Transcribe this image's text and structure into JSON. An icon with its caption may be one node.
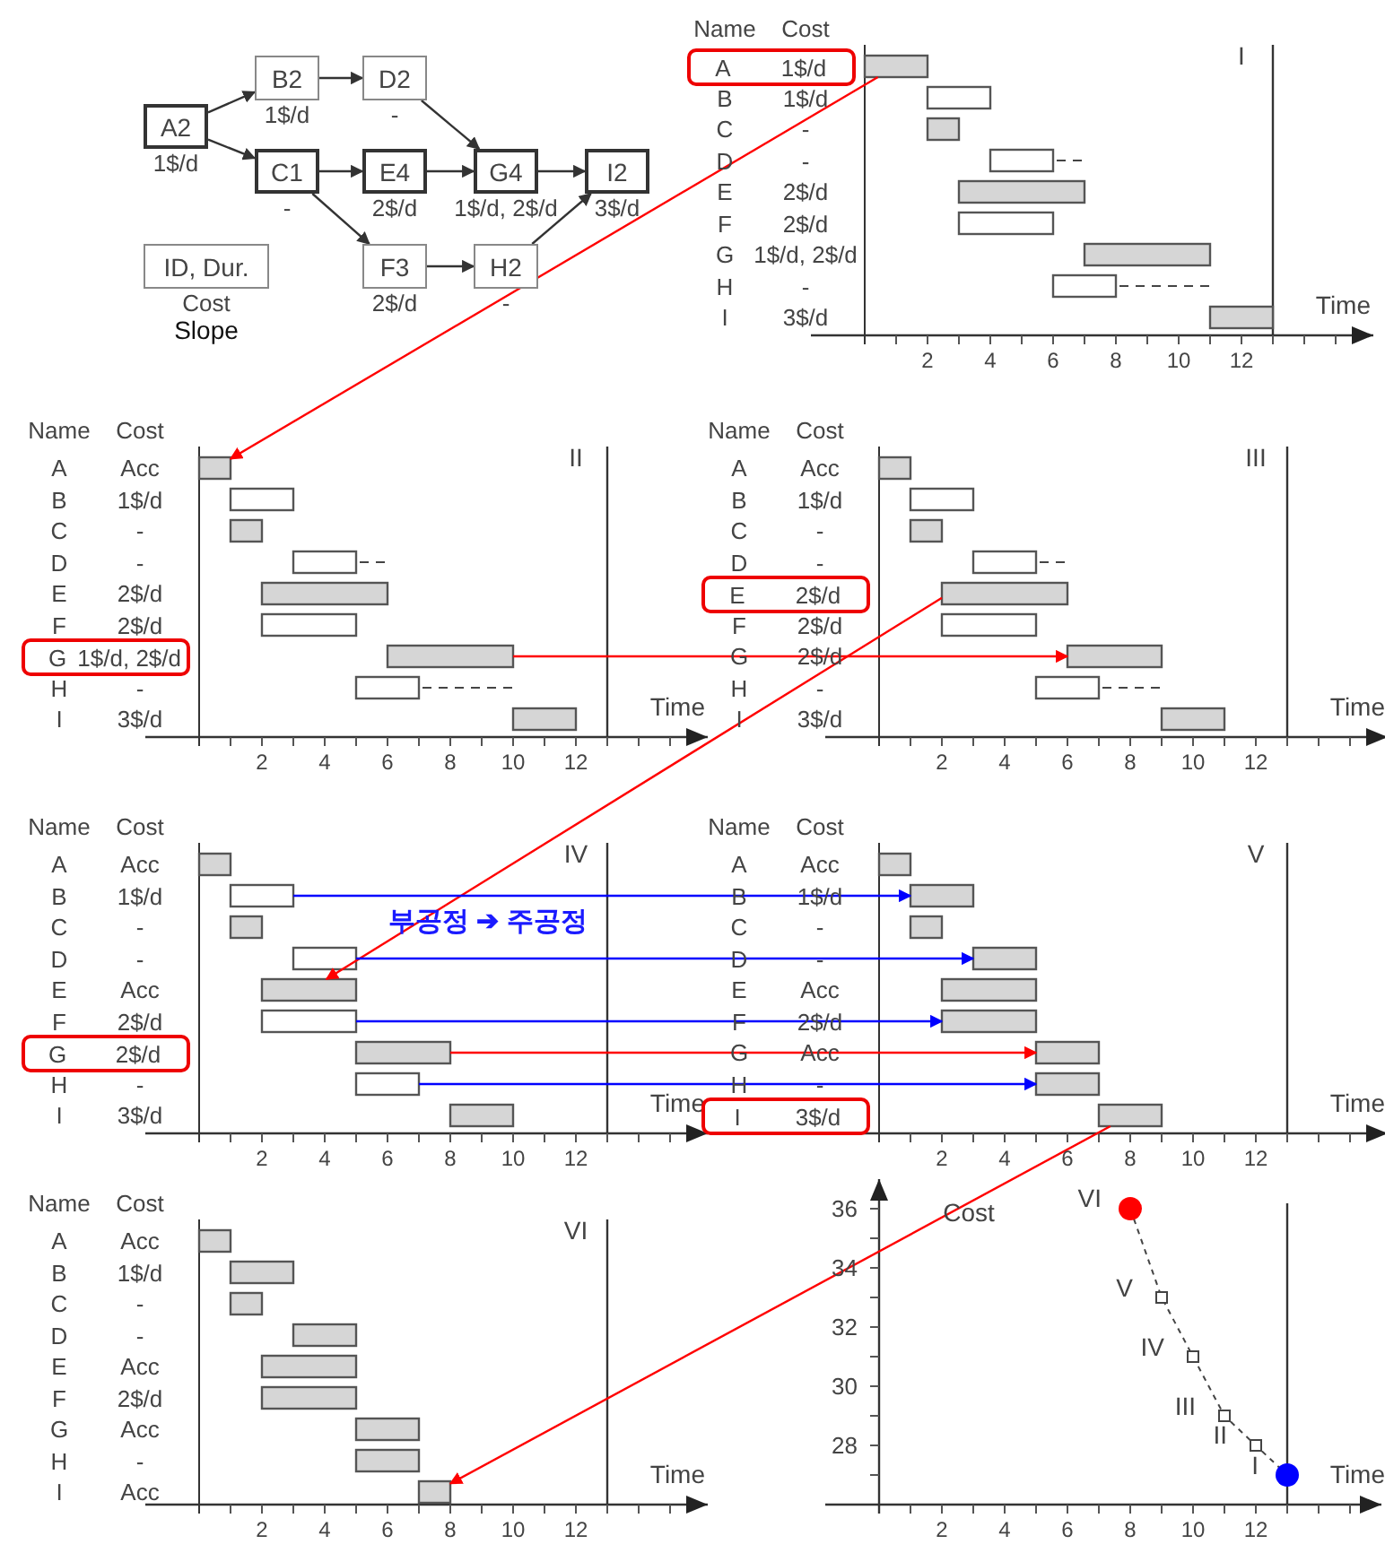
{
  "diagram": {
    "nodes": [
      {
        "text": [
          "A2"
        ],
        "beside": [
          "1$/d"
        ]
      },
      {
        "text": [
          "B2"
        ],
        "beside": [
          "1$/d"
        ]
      },
      {
        "text": [
          "D2"
        ],
        "beside": [
          "-"
        ]
      },
      {
        "text": [
          "C1"
        ],
        "beside": [
          "-"
        ]
      },
      {
        "text": [
          "E4"
        ],
        "beside": [
          "2$/d"
        ]
      },
      {
        "text": [
          "G4"
        ],
        "beside": [
          "1$/d, 2$/d"
        ]
      },
      {
        "text": [
          "I2"
        ],
        "beside": [
          "3$/d"
        ]
      },
      {
        "text": [
          "ID, Dur."
        ],
        "beside": [
          "Cost",
          "Slope"
        ]
      },
      {
        "text": [
          "F3"
        ],
        "beside": [
          "2$/d"
        ]
      },
      {
        "text": [
          "H2"
        ],
        "beside": [
          "-"
        ]
      },
      {
        "text": [
          "A",
          "1$/d"
        ]
      },
      {
        "text": [],
        "shape": "bar"
      },
      {
        "text": [],
        "shape": "bar"
      },
      {
        "text": [],
        "shape": "bar"
      },
      {
        "text": [],
        "shape": "bar"
      },
      {
        "text": [],
        "shape": "bar"
      },
      {
        "text": [],
        "shape": "bar"
      },
      {
        "text": [],
        "shape": "bar"
      },
      {
        "text": [],
        "shape": "bar"
      },
      {
        "text": [],
        "shape": "bar"
      },
      {
        "text": [
          "G",
          "1$/d, 2$/d"
        ]
      },
      {
        "text": [],
        "shape": "bar"
      },
      {
        "text": [],
        "shape": "bar"
      },
      {
        "text": [],
        "shape": "bar"
      },
      {
        "text": [],
        "shape": "bar"
      },
      {
        "text": [],
        "shape": "bar"
      },
      {
        "text": [],
        "shape": "bar"
      },
      {
        "text": [],
        "shape": "bar"
      },
      {
        "text": [],
        "shape": "bar"
      },
      {
        "text": [],
        "shape": "bar"
      },
      {
        "text": [
          "E",
          "2$/d"
        ]
      },
      {
        "text": [],
        "shape": "bar"
      },
      {
        "text": [],
        "shape": "bar"
      },
      {
        "text": [],
        "shape": "bar"
      },
      {
        "text": [],
        "shape": "bar"
      },
      {
        "text": [],
        "shape": "bar"
      },
      {
        "text": [],
        "shape": "bar"
      },
      {
        "text": [],
        "shape": "bar"
      },
      {
        "text": [],
        "shape": "bar"
      },
      {
        "text": [],
        "shape": "bar"
      },
      {
        "text": [
          "G",
          "2$/d"
        ]
      },
      {
        "text": [],
        "shape": "bar"
      },
      {
        "text": [],
        "shape": "bar"
      },
      {
        "text": [],
        "shape": "bar"
      },
      {
        "text": [],
        "shape": "bar"
      },
      {
        "text": [],
        "shape": "bar"
      },
      {
        "text": [],
        "shape": "bar"
      },
      {
        "text": [],
        "shape": "bar"
      },
      {
        "text": [],
        "shape": "bar"
      },
      {
        "text": [],
        "shape": "bar"
      },
      {
        "text": [
          "I",
          "3$/d"
        ]
      },
      {
        "text": [],
        "shape": "bar"
      },
      {
        "text": [],
        "shape": "bar"
      },
      {
        "text": [],
        "shape": "bar"
      },
      {
        "text": [],
        "shape": "bar"
      },
      {
        "text": [],
        "shape": "bar"
      },
      {
        "text": [],
        "shape": "bar"
      },
      {
        "text": [],
        "shape": "bar"
      },
      {
        "text": [],
        "shape": "bar"
      },
      {
        "text": [],
        "shape": "bar"
      },
      {
        "text": [],
        "shape": "bar"
      },
      {
        "text": [],
        "shape": "bar"
      },
      {
        "text": [],
        "shape": "bar"
      },
      {
        "text": [],
        "shape": "bar"
      },
      {
        "text": [],
        "shape": "bar"
      },
      {
        "text": [],
        "shape": "bar"
      },
      {
        "text": [],
        "shape": "bar"
      },
      {
        "text": [],
        "shape": "bar"
      },
      {
        "text": [],
        "shape": "bar"
      }
    ],
    "edges": [
      {
        "from": 0,
        "to": 1,
        "arrow": "to"
      },
      {
        "from": 0,
        "to": 3,
        "arrow": "to"
      },
      {
        "from": 1,
        "to": 2,
        "arrow": "to"
      },
      {
        "from": 2,
        "to": 5,
        "arrow": "to"
      },
      {
        "from": 3,
        "to": 4,
        "arrow": "to"
      },
      {
        "from": 3,
        "to": 8,
        "arrow": "to"
      },
      {
        "from": 4,
        "to": 5,
        "arrow": "to"
      },
      {
        "from": 5,
        "to": 6,
        "arrow": "to"
      },
      {
        "from": 8,
        "to": 9,
        "arrow": "to"
      },
      {
        "from": 9,
        "to": 6,
        "arrow": "to"
      },
      {
        "from": 11,
        "to": 21,
        "arrow": "to",
        "color": "#ff0000"
      },
      {
        "from": 27,
        "to": 37,
        "arrow": "to",
        "color": "#ff0000"
      },
      {
        "from": 35,
        "to": 45,
        "arrow": "to",
        "color": "#ff0000"
      },
      {
        "from": 42,
        "to": 52,
        "arrow": "to",
        "color": "#0000ff"
      },
      {
        "from": 44,
        "to": 54,
        "arrow": "to",
        "color": "#0000ff"
      },
      {
        "from": 46,
        "to": 56,
        "arrow": "to",
        "color": "#0000ff"
      },
      {
        "from": 47,
        "to": 57,
        "arrow": "to",
        "color": "#ff0000"
      },
      {
        "from": 48,
        "to": 58,
        "arrow": "to",
        "color": "#0000ff"
      },
      {
        "from": 59,
        "to": 68,
        "arrow": "to",
        "color": "#ff0000"
      }
    ],
    "labels": [
      "Name",
      "Cost",
      "I",
      "B",
      "1$/d",
      "C",
      "-",
      "D",
      "-",
      "E",
      "2$/d",
      "F",
      "2$/d",
      "G",
      "1$/d, 2$/d",
      "H",
      "-",
      "I",
      "3$/d",
      "Time",
      "2",
      "4",
      "6",
      "8",
      "10",
      "12",
      "Name",
      "Cost",
      "II",
      "A",
      "Acc",
      "B",
      "1$/d",
      "C",
      "-",
      "D",
      "-",
      "E",
      "2$/d",
      "F",
      "2$/d",
      "H",
      "-",
      "I",
      "3$/d",
      "Time",
      "2",
      "4",
      "6",
      "8",
      "10",
      "12",
      "Name",
      "Cost",
      "III",
      "A",
      "Acc",
      "B",
      "1$/d",
      "C",
      "-",
      "D",
      "-",
      "F",
      "2$/d",
      "G",
      "2$/d",
      "H",
      "-",
      "I",
      "3$/d",
      "Time",
      "2",
      "4",
      "6",
      "8",
      "10",
      "12",
      "Name",
      "Cost",
      "IV",
      "A",
      "Acc",
      "B",
      "1$/d",
      "C",
      "-",
      "D",
      "-",
      "E",
      "Acc",
      "F",
      "2$/d",
      "H",
      "-",
      "I",
      "3$/d",
      "Time",
      "2",
      "4",
      "6",
      "8",
      "10",
      "12",
      "부공정 ➔ 주공정",
      "Name",
      "Cost",
      "V",
      "A",
      "Acc",
      "B",
      "1$/d",
      "C",
      "-",
      "D",
      "-",
      "E",
      "Acc",
      "F",
      "2$/d",
      "G",
      "Acc",
      "H",
      "-",
      "Time",
      "2",
      "4",
      "6",
      "8",
      "10",
      "12",
      "Name",
      "Cost",
      "VI",
      "A",
      "Acc",
      "B",
      "1$/d",
      "C",
      "-",
      "D",
      "-",
      "E",
      "Acc",
      "F",
      "2$/d",
      "G",
      "Acc",
      "H",
      "-",
      "I",
      "Acc",
      "Time",
      "2",
      "4",
      "6",
      "8",
      "10",
      "12"
    ],
    "chart_data": {
      "type": "line",
      "xlabel": "Time",
      "ylabel": "Cost",
      "x": [
        8,
        9,
        10,
        11,
        12,
        13
      ],
      "series": [
        {
          "color": "#444444",
          "line_style": "dashed",
          "marker": "square",
          "values": [
            36,
            33,
            31,
            29,
            28,
            27
          ]
        },
        {
          "color": "#ff0000",
          "line_style": "none",
          "marker": "circle",
          "values": [
            36,
            null,
            null,
            null,
            null,
            null
          ]
        },
        {
          "color": "#0000ff",
          "line_style": "none",
          "marker": "circle",
          "values": [
            null,
            null,
            null,
            null,
            null,
            27
          ]
        }
      ],
      "ref_lines": [
        {
          "axis": "x",
          "value": 13,
          "color": "#333333"
        }
      ],
      "xlim": [
        0,
        16
      ],
      "ylim": [
        26,
        37
      ],
      "xticks": [
        {
          "value": 2,
          "label": "2"
        },
        {
          "value": 4,
          "label": "4"
        },
        {
          "value": 6,
          "label": "6"
        },
        {
          "value": 8,
          "label": "8"
        },
        {
          "value": 10,
          "label": "10"
        },
        {
          "value": 12,
          "label": "12"
        }
      ],
      "yticks": [
        28,
        30,
        32,
        34,
        36
      ],
      "annotations": [
        {
          "x": 8,
          "y": 36,
          "text": "VI"
        },
        {
          "x": 9,
          "y": 33,
          "text": "V"
        },
        {
          "x": 10,
          "y": 31,
          "text": "IV"
        },
        {
          "x": 11,
          "y": 29,
          "text": "III"
        },
        {
          "x": 12,
          "y": 28,
          "text": "II"
        },
        {
          "x": 13,
          "y": 27,
          "text": "I"
        }
      ]
    }
  }
}
